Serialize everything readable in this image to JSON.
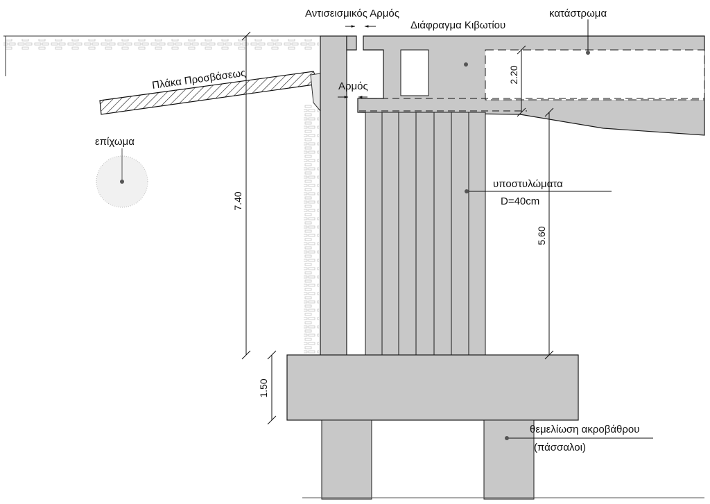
{
  "labels": {
    "seismic_joint": "Αντισεισμικός Αρμός",
    "box_diaphragm": "Διάφραγμα Κιβωτίου",
    "deck": "κατάστρωμα",
    "approach_slab": "Πλάκα Προσβάσεως",
    "joint": "Αρμός",
    "backfill": "επίχωμα",
    "columns": "υποστυλώματα",
    "columns_diameter": "D=40cm",
    "foundation": "θεμελίωση ακροβάθρου",
    "piles": "(πάσσαλοι)"
  },
  "dimensions": {
    "box_height": "2.20",
    "abutment_height": "7.40",
    "column_height": "5.60",
    "footing_height": "1.50"
  },
  "colors": {
    "concrete": "#c8c8c8",
    "outline": "#1a1a1a",
    "soil": "#9a9a9a"
  }
}
